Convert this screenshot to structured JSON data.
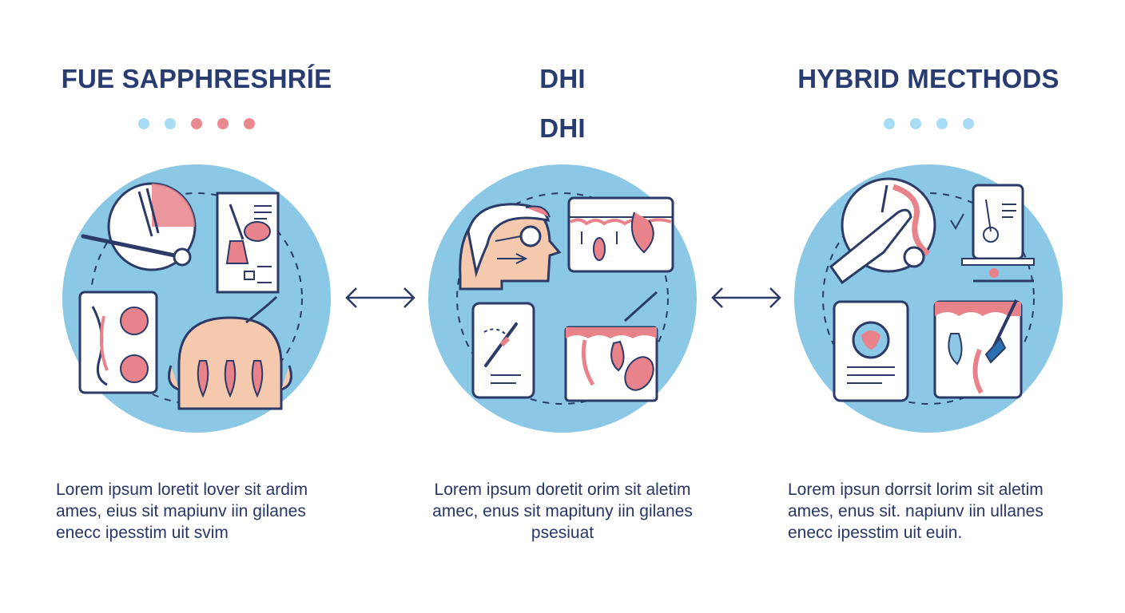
{
  "colors": {
    "title": "#283c72",
    "circle_fill": "#8ac8e6",
    "dot_blue": "#a8dcf4",
    "dot_red": "#e98a92",
    "line": "#2b3a67",
    "accent_red": "#e8838b"
  },
  "columns": [
    {
      "title_lines": [
        "FUE SAPPHRESHRÍE"
      ],
      "dots": [
        "blue",
        "blue",
        "red",
        "red",
        "red"
      ],
      "description_lines": [
        "Lorem ipsum loretit lover sit ardim",
        "ames, eius sit mapiunv iin gilanes",
        "enecc ipesstim uit svim"
      ]
    },
    {
      "title_lines": [
        "DHI",
        "DHI"
      ],
      "dots": [],
      "description_lines": [
        "Lorem ipsum doretit orim sit aletim",
        "amec, enus sit  mapituny iin gilanes",
        "psesiuat"
      ]
    },
    {
      "title_lines": [
        "HYBRID MECTHODS"
      ],
      "dots": [
        "blue",
        "blue",
        "blue",
        "blue"
      ],
      "description_lines": [
        "Lorem ipsun dorrsit lorim sit aletim",
        "ames, enus sit. napiunv iin ullanes",
        "enecc ipesstim uit euin."
      ]
    }
  ],
  "connectors": [
    "double-arrow-icon",
    "double-arrow-icon"
  ]
}
